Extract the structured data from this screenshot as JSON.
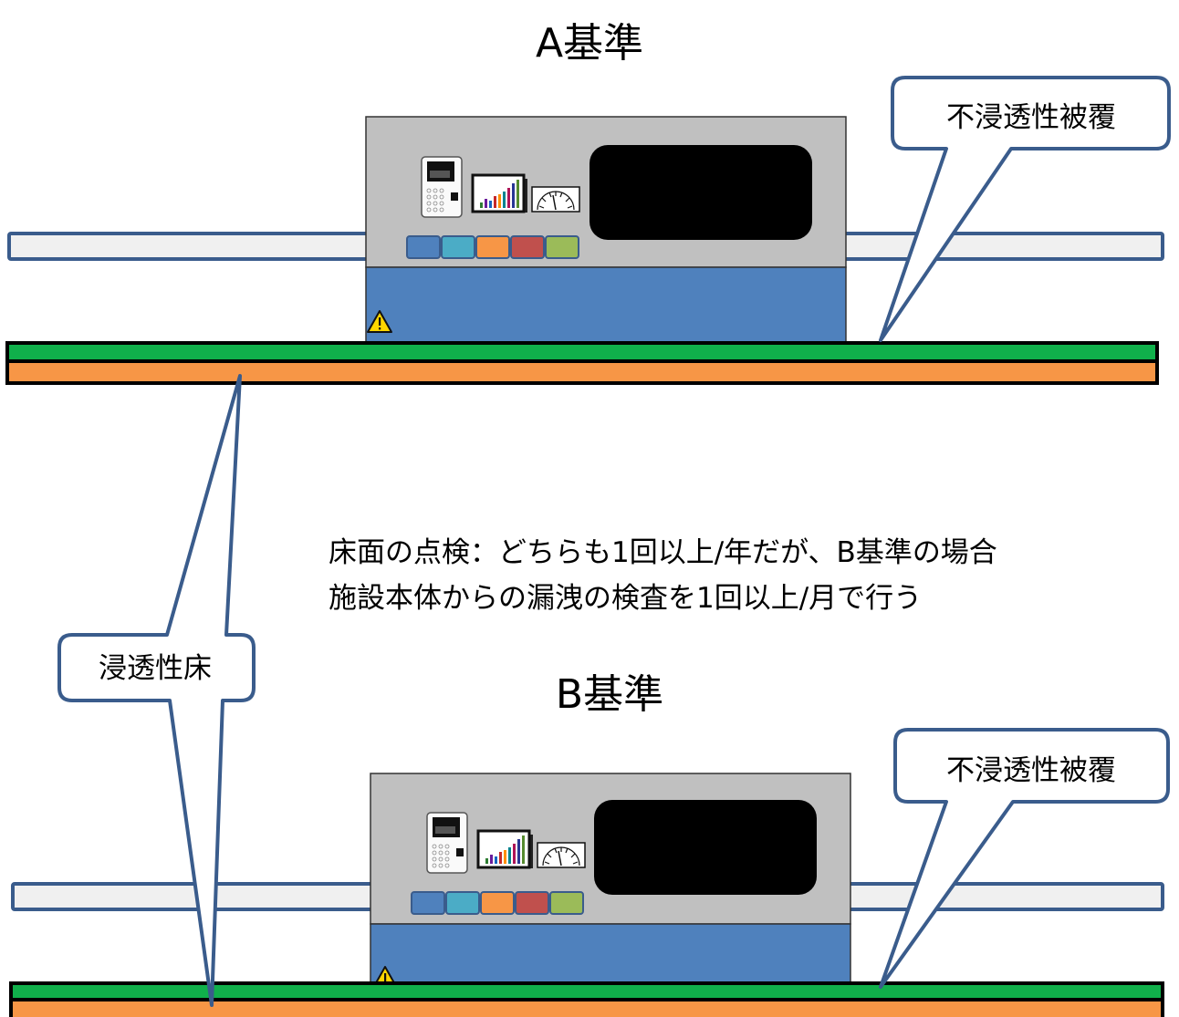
{
  "sections": {
    "a": {
      "title": "A基準",
      "coating_label": "不浸透性被覆"
    },
    "b": {
      "title": "B基準",
      "coating_label": "不浸透性被覆"
    }
  },
  "permeable_floor_label": "浸透性床",
  "note": {
    "line1": "床面の点検：どちらも1回以上/年だが、B基準の場合",
    "line2": "施設本体からの漏洩の検査を1回以上/月で行う"
  },
  "colors": {
    "coating_green": "#10b04b",
    "floor_orange": "#f79646",
    "cabinet_base_blue": "#4f81bd",
    "cabinet_body_gray": "#c0c0c0",
    "callout_border": "#3a5c8c",
    "buttons": [
      "#4f81bd",
      "#4bacc6",
      "#f79646",
      "#c0504d",
      "#9bbb59"
    ]
  },
  "icons": [
    "warning-icon",
    "keypad-device-icon",
    "bar-chart-monitor-icon",
    "gauge-meter-icon"
  ]
}
